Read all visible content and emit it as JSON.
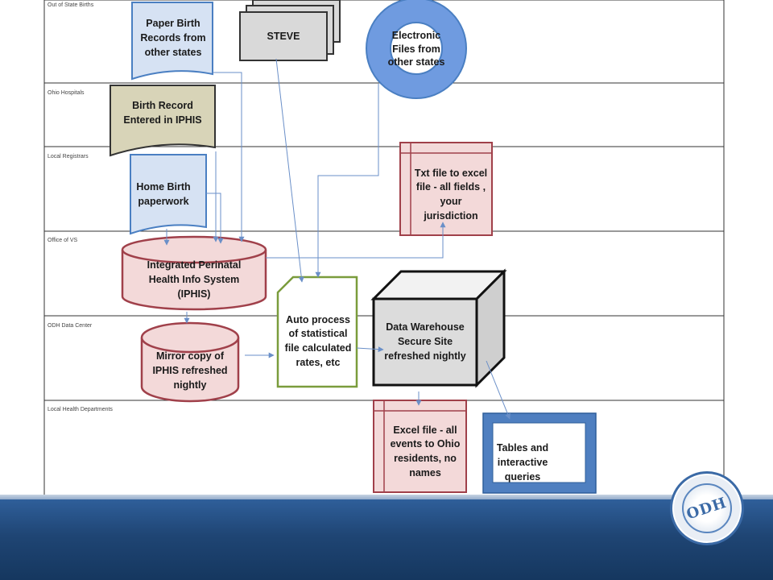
{
  "lanes": [
    {
      "label": "Out of State Births"
    },
    {
      "label": "Ohio Hospitals"
    },
    {
      "label": "Local Registrars"
    },
    {
      "label": "Office of VS"
    },
    {
      "label": "ODH Data Center"
    },
    {
      "label": "Local Health Departments"
    }
  ],
  "nodes": {
    "paper_records": {
      "text": "Paper Birth Records from other states"
    },
    "steve": {
      "text": "STEVE"
    },
    "electronic_files": {
      "text": "Electronic Files from other states"
    },
    "birth_record_iphis": {
      "text": "Birth Record Entered in IPHIS"
    },
    "home_birth": {
      "text": "Home Birth paperwork"
    },
    "txt_file": {
      "text": "Txt file to excel file - all fields , your jurisdiction"
    },
    "iphis": {
      "text": "Integrated Perinatal Health Info System (IPHIS)"
    },
    "mirror": {
      "text": "Mirror copy of IPHIS refreshed nightly"
    },
    "auto_process": {
      "text": "Auto process of statistical file calculated rates, etc"
    },
    "data_warehouse": {
      "text": "Data Warehouse Secure Site refreshed nightly"
    },
    "excel_file": {
      "text": "Excel file - all events to Ohio residents, no names"
    },
    "tables": {
      "text": "Tables and interactive queries"
    }
  },
  "seal": {
    "letters": "ODH"
  },
  "colors": {
    "paper_fill": "#d6e2f3",
    "paper_stroke": "#4a7fc2",
    "tan_fill": "#d8d4b8",
    "pink_fill": "#f3d9d9",
    "pink_stroke": "#a0404a",
    "green_stroke": "#7a9c3c",
    "ring_fill": "#6f9be0",
    "gray_fill": "#d9d9d9",
    "blue_frame": "#4f7fc0",
    "arrow": "#6a8fc8",
    "footer": "#1f4574"
  }
}
